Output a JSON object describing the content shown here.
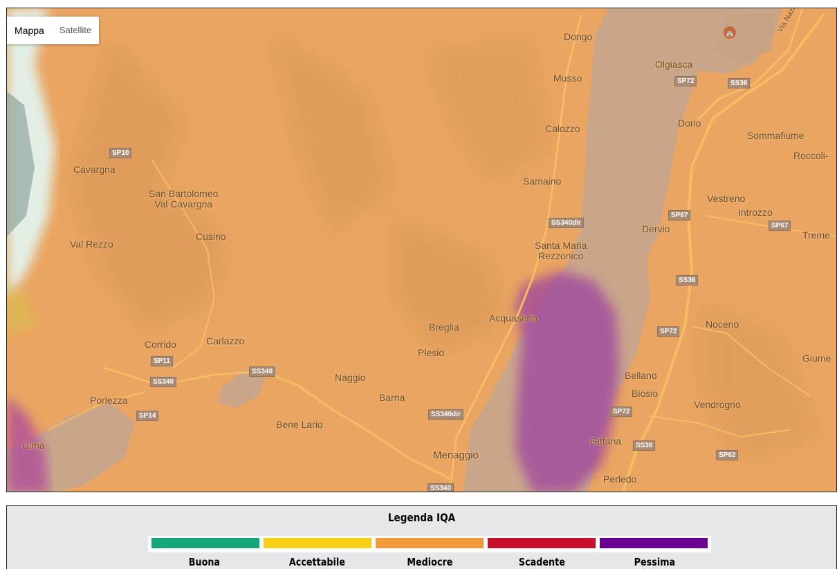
{
  "map": {
    "type_controls": [
      {
        "label": "Mappa",
        "active": true
      },
      {
        "label": "Satellite",
        "active": false
      }
    ],
    "places": {
      "dongo": "Dongo",
      "olgiasca": "Olgiasca",
      "musso": "Musso",
      "dorio": "Dorio",
      "calozzo": "Calozzo",
      "sommafiume": "Sommafiume",
      "roccoli": "Roccoli-",
      "cavargna": "Cavargna",
      "samaino": "Samaino",
      "san_bartolomeo_1": "San Bartolomeo",
      "san_bartolomeo_2": "Val Cavargna",
      "vestreno": "Vestreno",
      "introzzo": "Introzzo",
      "dervio": "Dervio",
      "tremenico": "Treme",
      "cusino": "Cusino",
      "val_rezzo": "Val Rezzo",
      "santa_maria_1": "Santa Maria",
      "santa_maria_2": "Rezzonico",
      "acquaseria": "Acquaseria",
      "noceno": "Noceno",
      "breglia": "Breglia",
      "corrido": "Corrido",
      "carlazzo": "Carlazzo",
      "plesio": "Plesio",
      "giumello": "Giume",
      "naggio": "Naggio",
      "bellano": "Bellano",
      "porlezza": "Porlezza",
      "barna": "Barna",
      "biosio": "Biosio",
      "vendrogno": "Vendrogno",
      "bene_lario": "Bene Lario",
      "cima": "Cima",
      "gittana": "Gittana",
      "menaggio": "Menaggio",
      "perledo": "Perledo",
      "via_nazionale": "Via Nazion"
    },
    "roads": {
      "sp72_a": "SP72",
      "ss36_a": "SS36",
      "sp10": "SP10",
      "sp67_a": "SP67",
      "sp67_b": "SP67",
      "ss340dir_a": "SS340dir",
      "ss36_b": "SS36",
      "sp72_b": "SP72",
      "sp11": "SP11",
      "ss340_a": "SS340",
      "ss340_b": "SS340",
      "sp14": "SP14",
      "ss340dir_b": "SS340dir",
      "sp72_c": "SP72",
      "ss36_c": "SS36",
      "sp62": "SP62",
      "ss340_c": "SS340"
    },
    "poi_icon": "landmark-icon",
    "colors": {
      "terrain": "#e9a561",
      "lake": "#c9a58a",
      "road": "#f5b860"
    }
  },
  "legend": {
    "title": "Legenda IQA",
    "items": [
      {
        "label": "Buona",
        "color": "#13a67a"
      },
      {
        "label": "Accettabile",
        "color": "#f9cf1a"
      },
      {
        "label": "Mediocre",
        "color": "#f19a3c"
      },
      {
        "label": "Scadente",
        "color": "#c8102e"
      },
      {
        "label": "Pessima",
        "color": "#6a0094"
      }
    ]
  }
}
